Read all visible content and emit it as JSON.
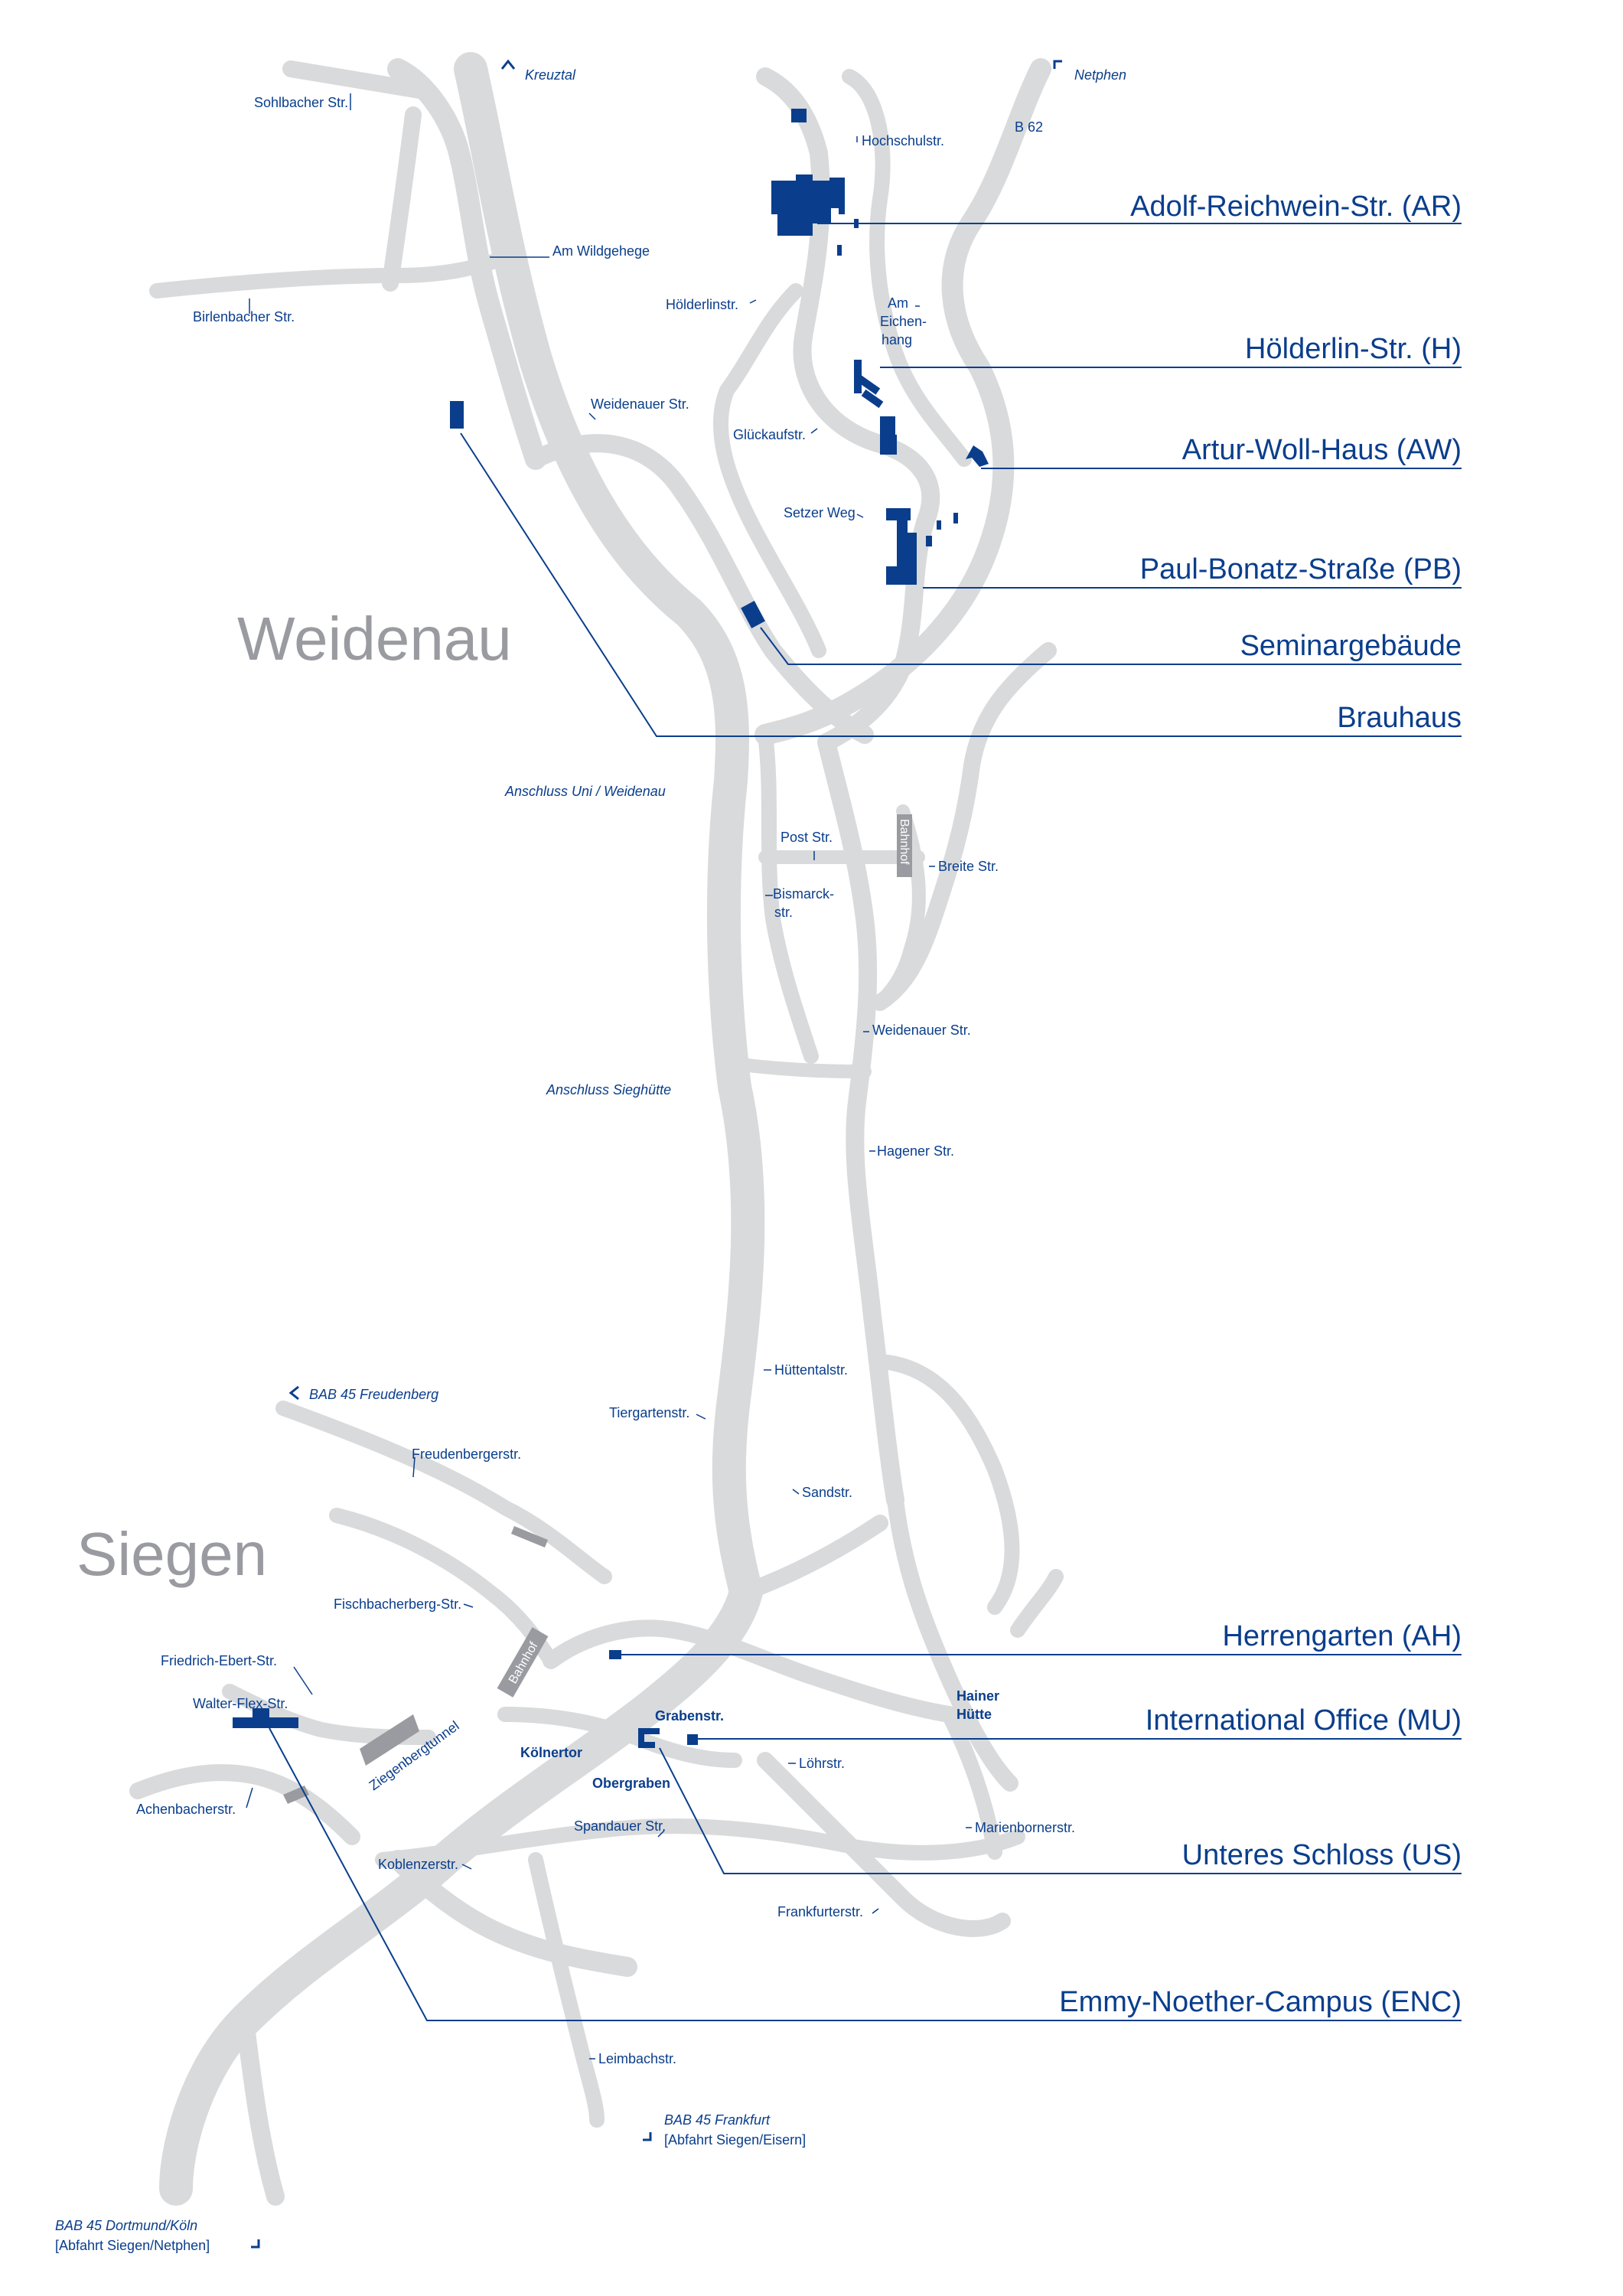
{
  "towns": {
    "weidenau": "Weidenau",
    "siegen": "Siegen"
  },
  "campus": {
    "ar": "Adolf-Reichwein-Str. (AR)",
    "h": "Hölderlin-Str. (H)",
    "aw": "Artur-Woll-Haus (AW)",
    "pb": "Paul-Bonatz-Straße (PB)",
    "seminar": "Seminargebäude",
    "brauhaus": "Brauhaus",
    "ah": "Herrengarten (AH)",
    "mu": "International Office (MU)",
    "us": "Unteres Schloss (US)",
    "enc": "Emmy-Noether-Campus (ENC)"
  },
  "streets": {
    "sohlbacher": "Sohlbacher Str.",
    "am_wildgehege": "Am Wildgehege",
    "birlenbacher": "Birlenbacher Str.",
    "weidenauer_top": "Weidenauer Str.",
    "hochschulstr": "Hochschulstr.",
    "b62": "B 62",
    "hoelderlinstr": "Hölderlinstr.",
    "am_eichenhang_1": "Am",
    "am_eichenhang_2": "Eichen-",
    "am_eichenhang_3": "hang",
    "glueckaufstr": "Glückaufstr.",
    "setzer_weg": "Setzer Weg",
    "anschluss_uni": "Anschluss Uni / Weidenau",
    "post_str": "Post Str.",
    "breite_str": "Breite Str.",
    "bismarck_1": "Bismarck-",
    "bismarck_2": "str.",
    "weidenauer_mid": "Weidenauer Str.",
    "anschluss_sieghuette": "Anschluss Sieghütte",
    "hagener": "Hagener Str.",
    "huettentalstr": "Hüttentalstr.",
    "tiergartenstr": "Tiergartenstr.",
    "freudenbergerstr": "Freudenbergerstr.",
    "sandstr": "Sandstr.",
    "fischbacherberg": "Fischbacherberg-Str.",
    "friedrich_ebert": "Friedrich-Ebert-Str.",
    "walter_flex": "Walter-Flex-Str.",
    "hainer_1": "Hainer",
    "hainer_2": "Hütte",
    "grabenstr": "Grabenstr.",
    "koelnertor": "Kölnertor",
    "obergraben": "Obergraben",
    "loehrstr": "Löhrstr.",
    "achenbacherstr": "Achenbacherstr.",
    "spandauer": "Spandauer Str.",
    "marienborner": "Marienbornerstr.",
    "koblenzerstr": "Koblenzerstr.",
    "frankfurterstr": "Frankfurterstr.",
    "leimbachstr": "Leimbachstr.",
    "ziegenbergtunnel": "Ziegenbergtunnel"
  },
  "stations": {
    "bahnhof_weidenau": "Bahnhof",
    "bahnhof_siegen": "Bahnhof"
  },
  "directions": {
    "kreuztal": "Kreuztal",
    "netphen": "Netphen",
    "bab45_freudenberg": "BAB 45 Freudenberg",
    "bab45_frankfurt": "BAB 45 Frankfurt",
    "abfahrt_eisern": "[Abfahrt Siegen/Eisern]",
    "bab45_dortmund": "BAB 45 Dortmund/Köln",
    "abfahrt_netphen": "[Abfahrt Siegen/Netphen]"
  },
  "colors": {
    "road": "#d9dadc",
    "accent_blue": "#0a3e8c",
    "town_gray": "#9a9ba0",
    "background": "#ffffff"
  }
}
